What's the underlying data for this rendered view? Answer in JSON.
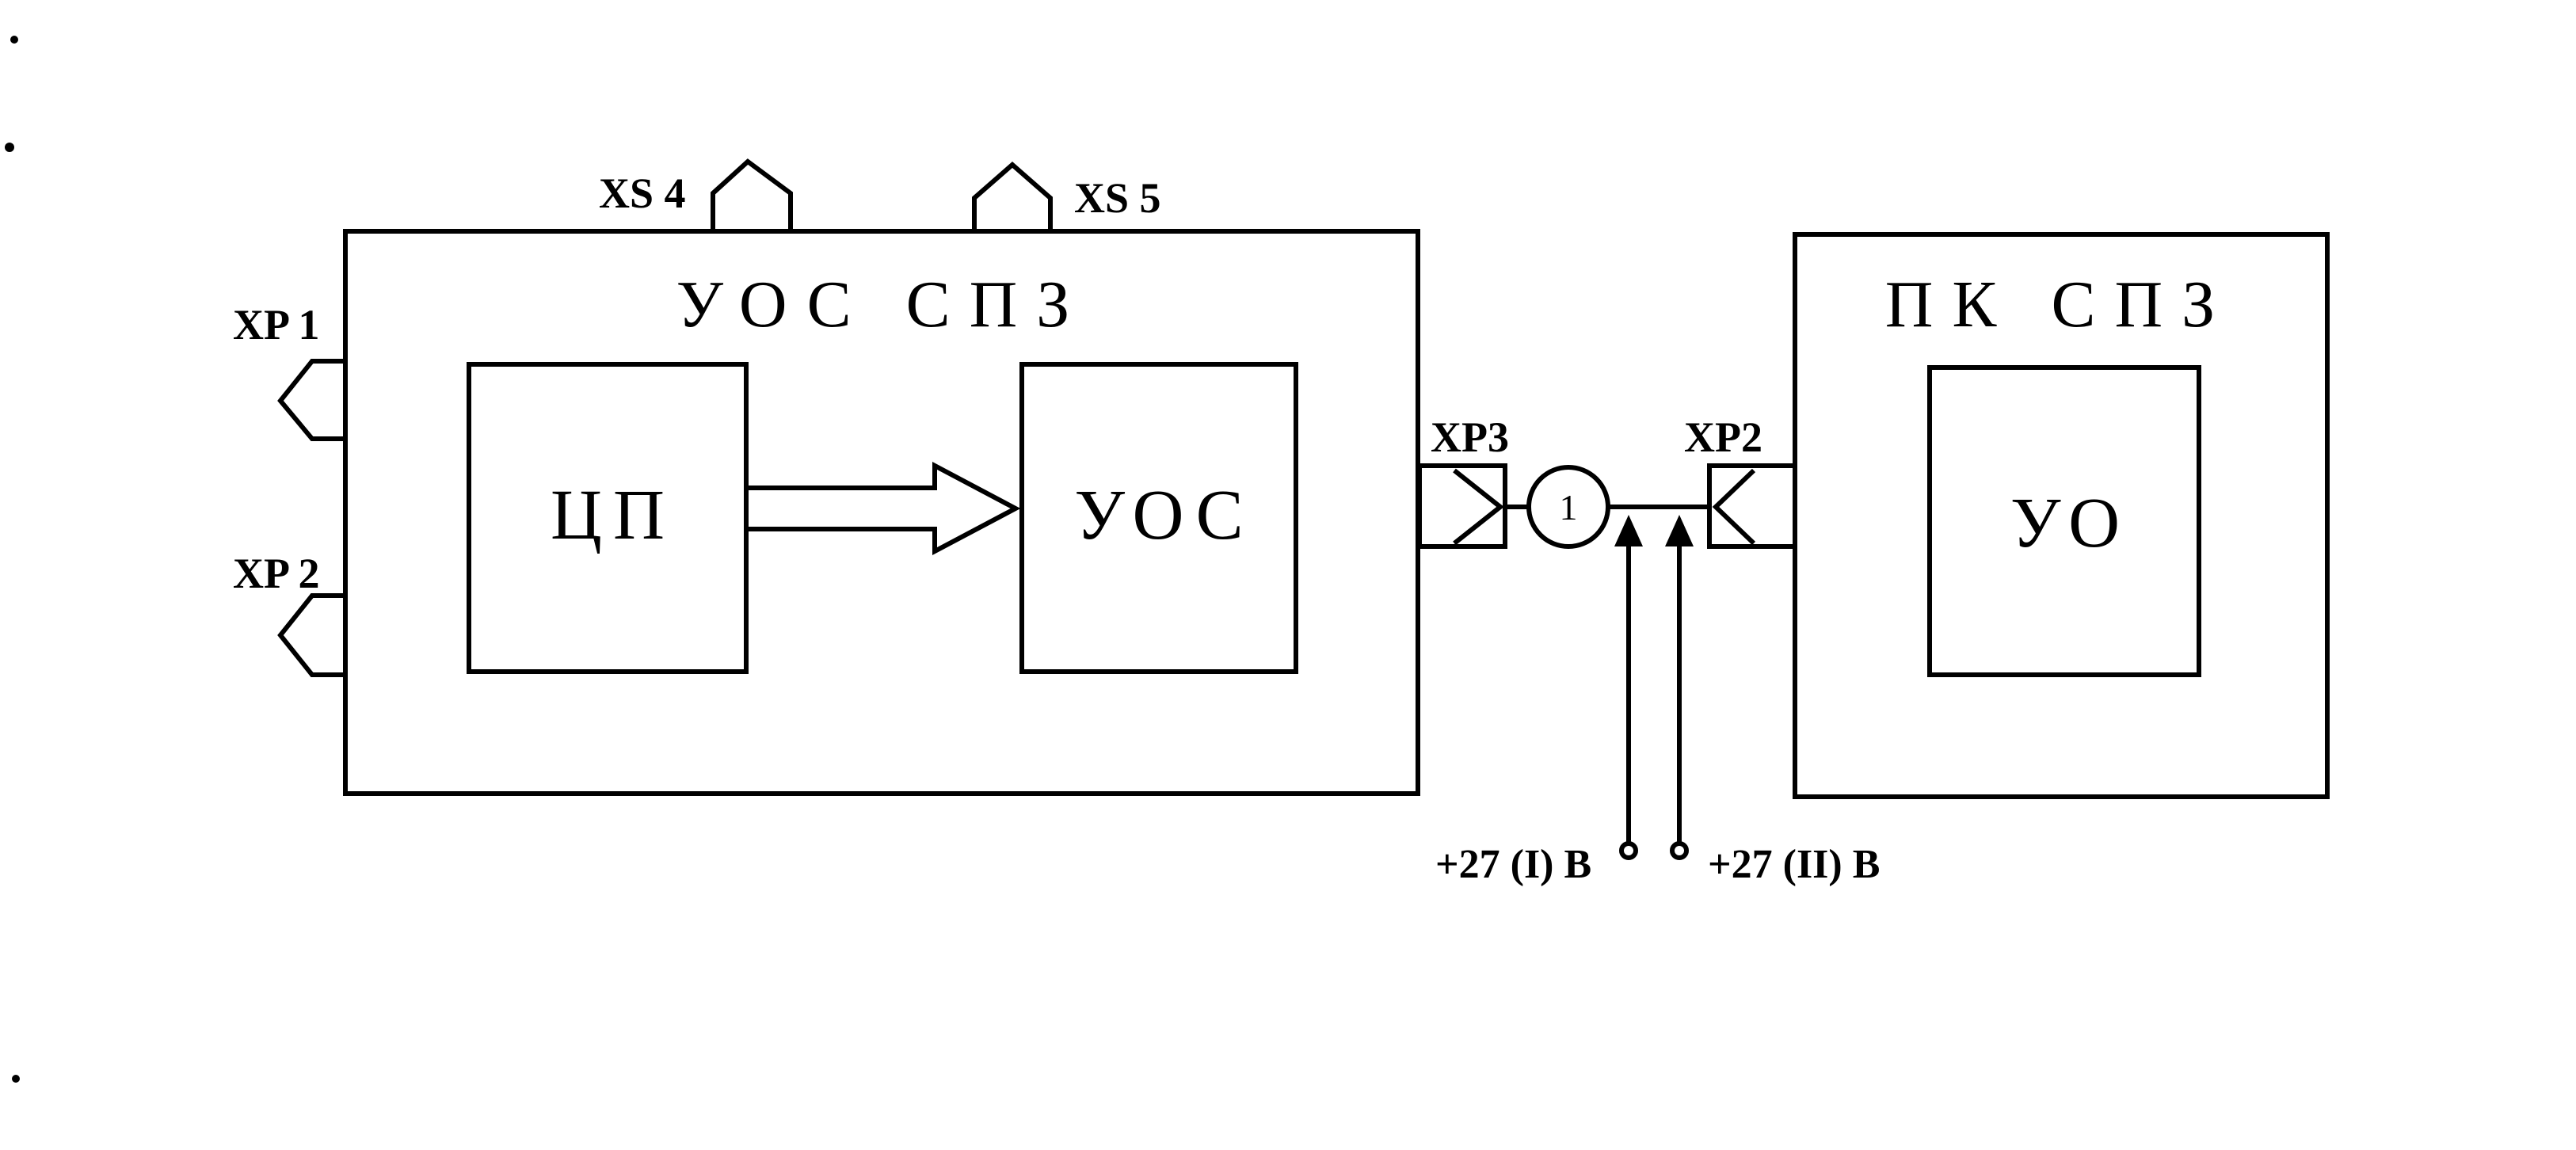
{
  "blocks": {
    "uos_spz": {
      "title": "УОС СПЗ"
    },
    "cp": {
      "label": "ЦП"
    },
    "uos": {
      "label": "УОС"
    },
    "pk_spz": {
      "title": "ПК СПЗ"
    },
    "uo": {
      "label": "УО"
    }
  },
  "connectors": {
    "xs4": "XS 4",
    "xs5": "XS 5",
    "xp1": "XP 1",
    "xp2_left": "XP 2",
    "xp3": "XP3",
    "xp2_right": "XP2"
  },
  "cable_marker": "1",
  "power": {
    "line1": "+27 (I) B",
    "line2": "+27 (II) B"
  }
}
